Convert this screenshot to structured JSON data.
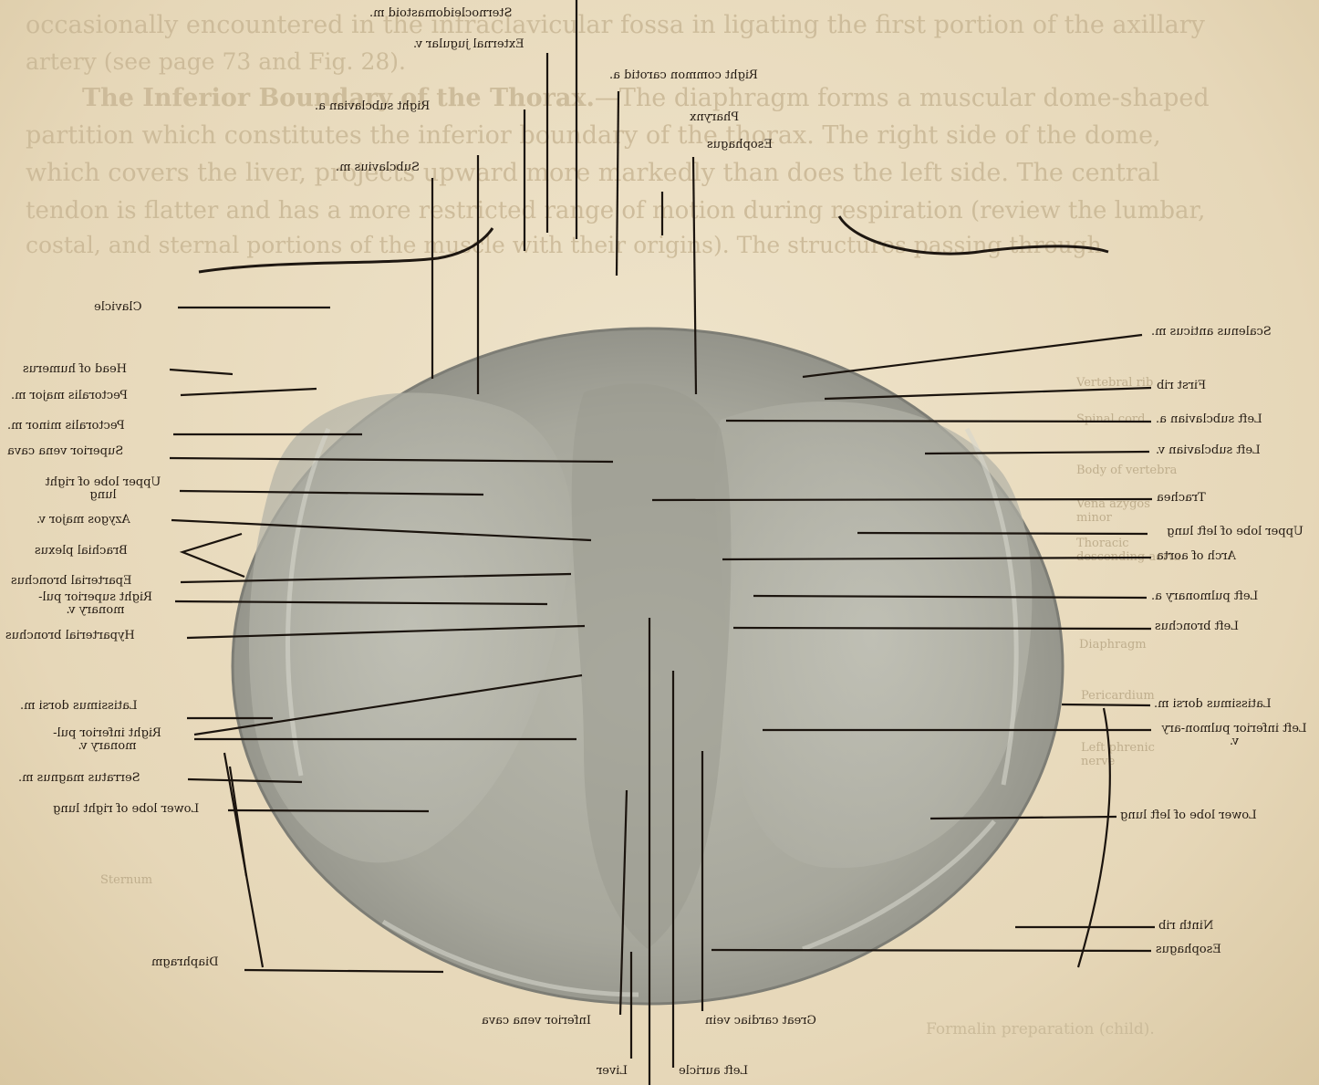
{
  "show_through_text": {
    "line1": "occasionally encountered in the infraclavicular fossa in ligating the first portion of the axillary",
    "line2": "artery (see page 73 and Fig. 28).",
    "line3_heading": "The Inferior Boundary of the Thorax.",
    "line3_rest": "—The diaphragm forms a muscular dome-shaped",
    "line4": "partition which constitutes the inferior boundary of the thorax. The right side of the dome,",
    "line5": "which covers the liver, projects upward more markedly than does the left side. The central",
    "line6": "tendon is flatter and has a more restricted range of motion during respiration (review the lumbar,",
    "line7": "costal, and sternal portions of the muscle with their origins). The structures passing through",
    "caption": "Formalin preparation (child)."
  },
  "faint_labels": [
    "Vertebral rib",
    "Spinal cord",
    "Body of vertebra",
    "Vena azygos minor",
    "Thoracic descending aorta",
    "Diaphragm",
    "Pericardium",
    "Left phrenic nerve",
    "Sternum"
  ],
  "labels": {
    "sternocleidomastoid": "Sternocleidomastoid m.",
    "external_jugular": "External jugular v.",
    "right_common_carotid": "Right common carotid a.",
    "right_subclavian_a": "Right subclavian a.",
    "pharynx": "Pharynx",
    "esophagus_top": "Esophagus",
    "subclavius": "Subclavius m.",
    "clavicle": "Clavicle",
    "head_humerus": "Head of humerus",
    "pect_major": "Pectoralis major m.",
    "pect_minor": "Pectoralis minor m.",
    "sup_vena_cava": "Superior vena cava",
    "upper_lobe_right": "Upper lobe of right lung",
    "azygos": "Azygos major v.",
    "brachial_plexus": "Brachial plexus",
    "eparterial": "Eparterial bronchus",
    "right_sup_pulm": "Right superior pul-monary v.",
    "hyparterial": "Hyparterial bronchus",
    "latissimus_right": "Latissimus dorsi m.",
    "right_inf_pulm": "Right inferior pul-monary v.",
    "serratus": "Serratus magnus m.",
    "lower_lobe_right": "Lower lobe of right lung",
    "diaphragm": "Diaphragm",
    "scalenus": "Scalenus anticus m.",
    "first_rib": "First rib",
    "left_subclavian_a": "Left subclavian a.",
    "left_subclavian_v": "Left subclavian v.",
    "trachea": "Trachea",
    "upper_lobe_left": "Upper lobe of left lung",
    "arch_aorta": "Arch of aorta",
    "left_pulm_a": "Left pulmonary a.",
    "left_bronchus": "Left bronchus",
    "latissimus_left": "Latissimus dorsi m.",
    "left_inf_pulm": "Left inferior pulmon-ary v.",
    "lower_lobe_left": "Lower lobe of left lung",
    "ninth_rib": "Ninth rib",
    "esophagus_bottom": "Esophagus",
    "inferior_vena_cava": "Inferior vena cava",
    "great_cardiac": "Great cardiac vein",
    "left_auricle": "Left auricle",
    "liver": "Liver"
  }
}
